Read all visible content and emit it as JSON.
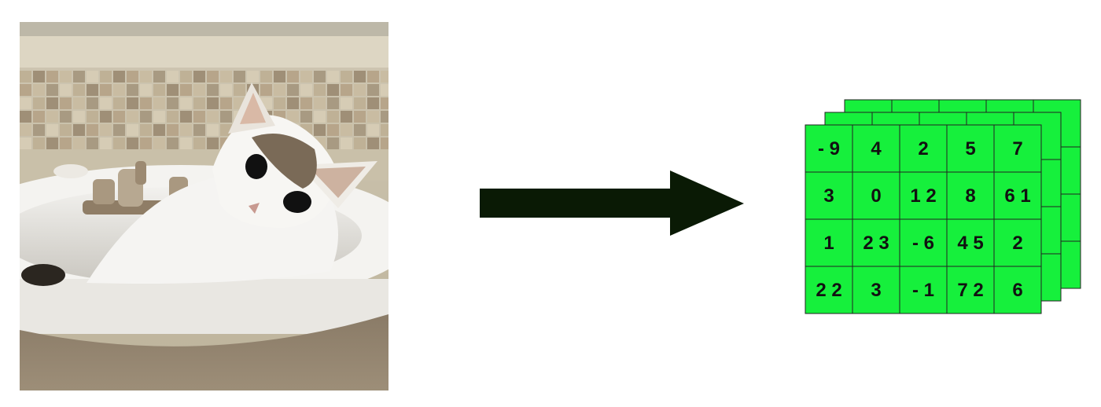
{
  "colors": {
    "background": "#ffffff",
    "arrow": "#0a1a05",
    "grid_fill": "#16f03c",
    "grid_stroke": "#222222",
    "grid_text": "#111111"
  },
  "photo": {
    "subject_icon": "cat-in-sink-photo"
  },
  "arrow": {
    "icon": "right-arrow-icon"
  },
  "feature_map": {
    "rows": 4,
    "cols": 5,
    "depth": 3,
    "values": [
      [
        "- 9",
        "4",
        "2",
        "5",
        "7"
      ],
      [
        "3",
        "0",
        "1 2",
        "8",
        "6 1"
      ],
      [
        "1",
        "2 3",
        "- 6",
        "4 5",
        "2"
      ],
      [
        "2 2",
        "3",
        "- 1",
        "7 2",
        "6"
      ]
    ]
  }
}
